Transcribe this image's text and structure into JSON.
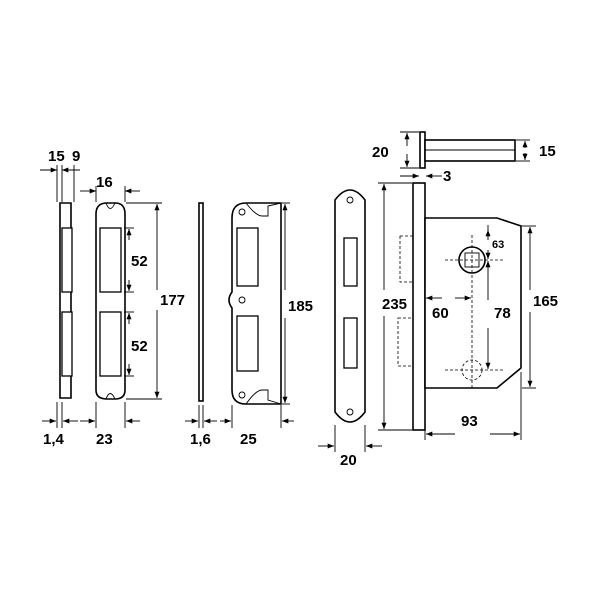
{
  "diagram": {
    "dimensions": {
      "faceplate_width_a": "15",
      "faceplate_width_b": "9",
      "strike_slot_width": "16",
      "strike_slot_height_top": "52",
      "strike_slot_height_bottom": "52",
      "strike_plate_height": "177",
      "strike_thickness": "1,4",
      "strike_plate_width": "23",
      "plate_thickness": "1,6",
      "plate_width": "25",
      "plate_height": "185",
      "face_height": "235",
      "face_width": "20",
      "handle_spindle_length": "20",
      "handle_spindle_diameter": "15",
      "handle_offset": "3",
      "backset": "60",
      "case_height": "165",
      "spindle_to_key": "78",
      "spindle_offset": "63",
      "case_depth": "93"
    }
  }
}
